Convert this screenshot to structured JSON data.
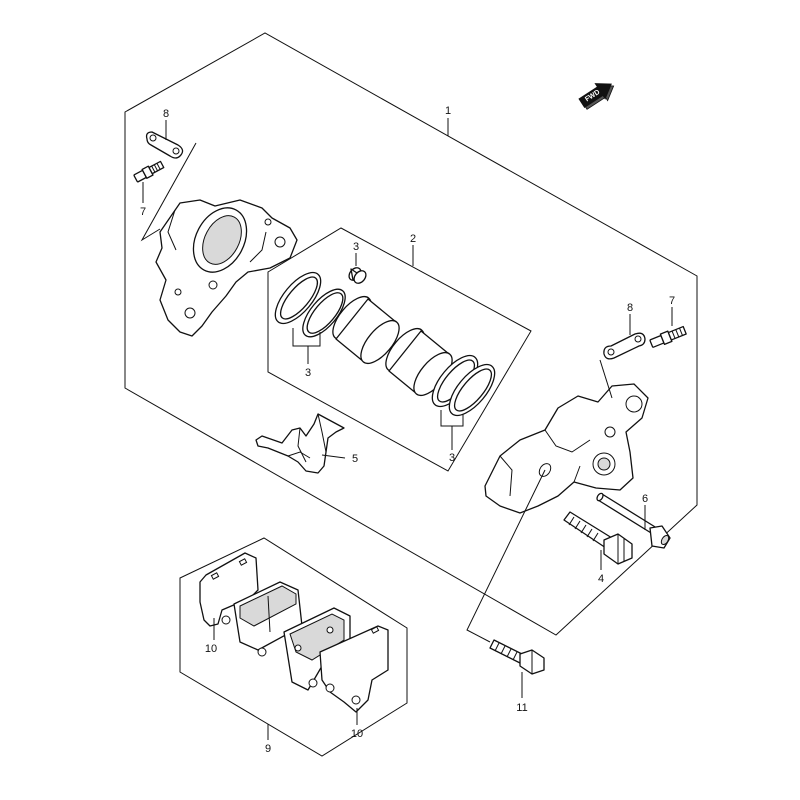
{
  "diagram": {
    "fwd_label": "FWD",
    "callouts": {
      "c1": "1",
      "c2": "2",
      "c3_top": "3",
      "c3_left": "3",
      "c3_right": "3",
      "c4": "4",
      "c5": "5",
      "c6": "6",
      "c7_left": "7",
      "c7_right": "7",
      "c8_left": "8",
      "c8_right": "8",
      "c9": "9",
      "c10_left": "10",
      "c10_right": "10",
      "c11": "11"
    }
  }
}
